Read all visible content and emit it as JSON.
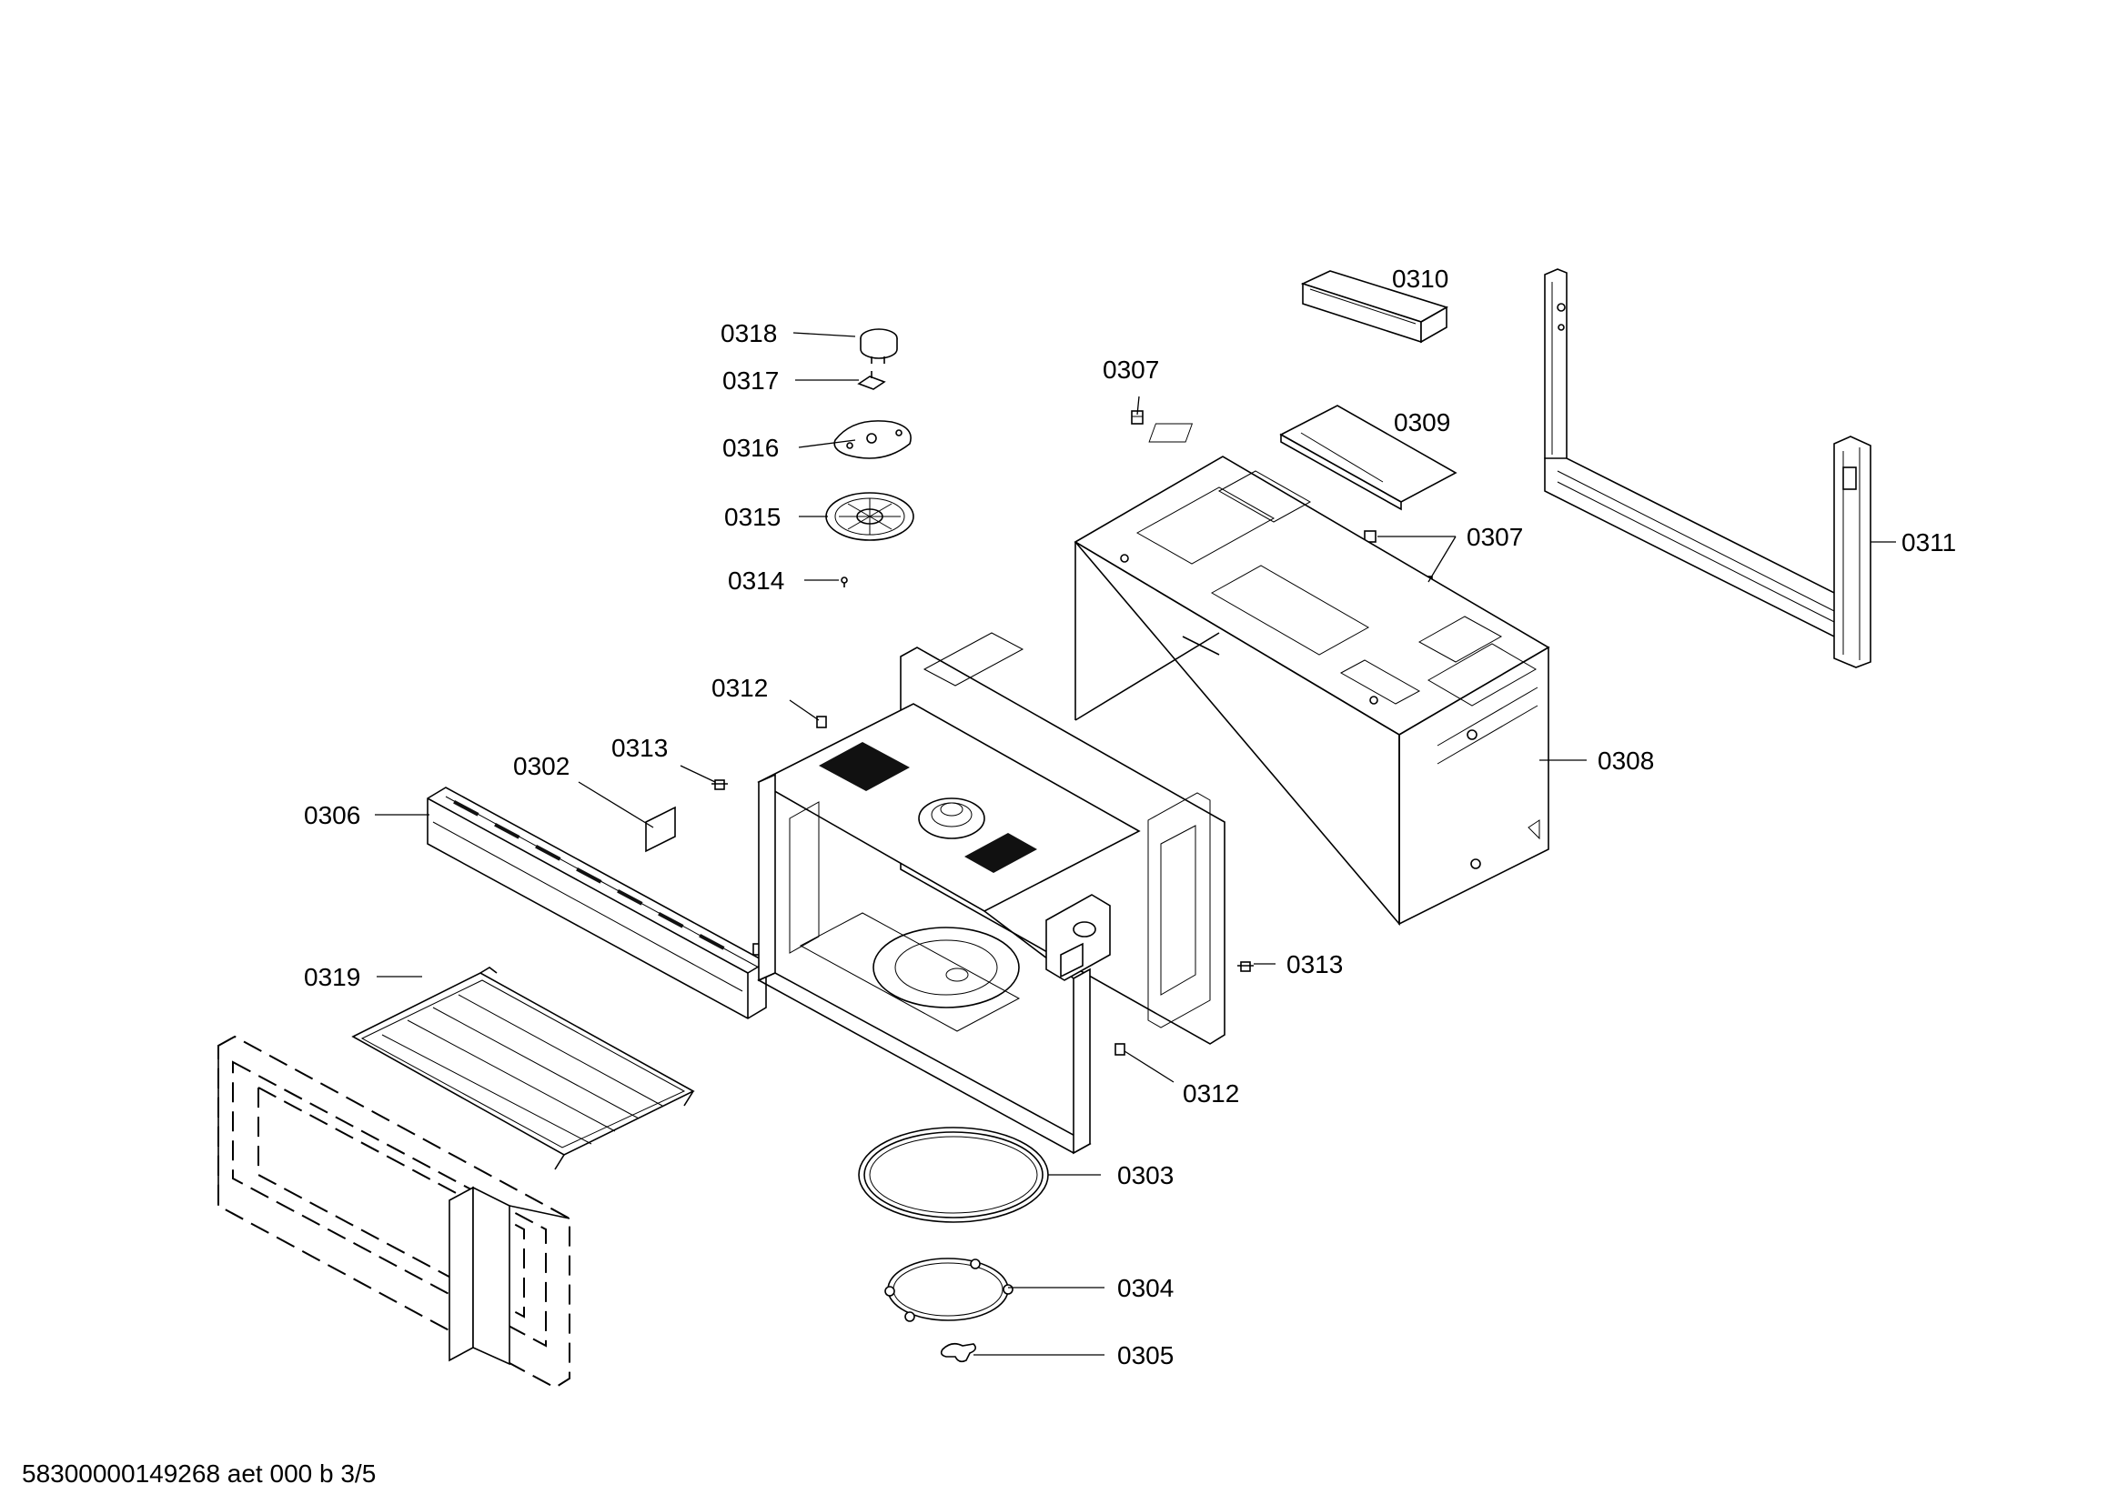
{
  "footer": {
    "doc_id": "58300000149268 aet 000 b 3/5"
  },
  "labels": {
    "p0302": "0302",
    "p0303": "0303",
    "p0304": "0304",
    "p0305": "0305",
    "p0306": "0306",
    "p0307": "0307",
    "p0308": "0308",
    "p0309": "0309",
    "p0310": "0310",
    "p0311": "0311",
    "p0312": "0312",
    "p0313": "0313",
    "p0314": "0314",
    "p0315": "0315",
    "p0316": "0316",
    "p0317": "0317",
    "p0318": "0318",
    "p0319": "0319"
  }
}
